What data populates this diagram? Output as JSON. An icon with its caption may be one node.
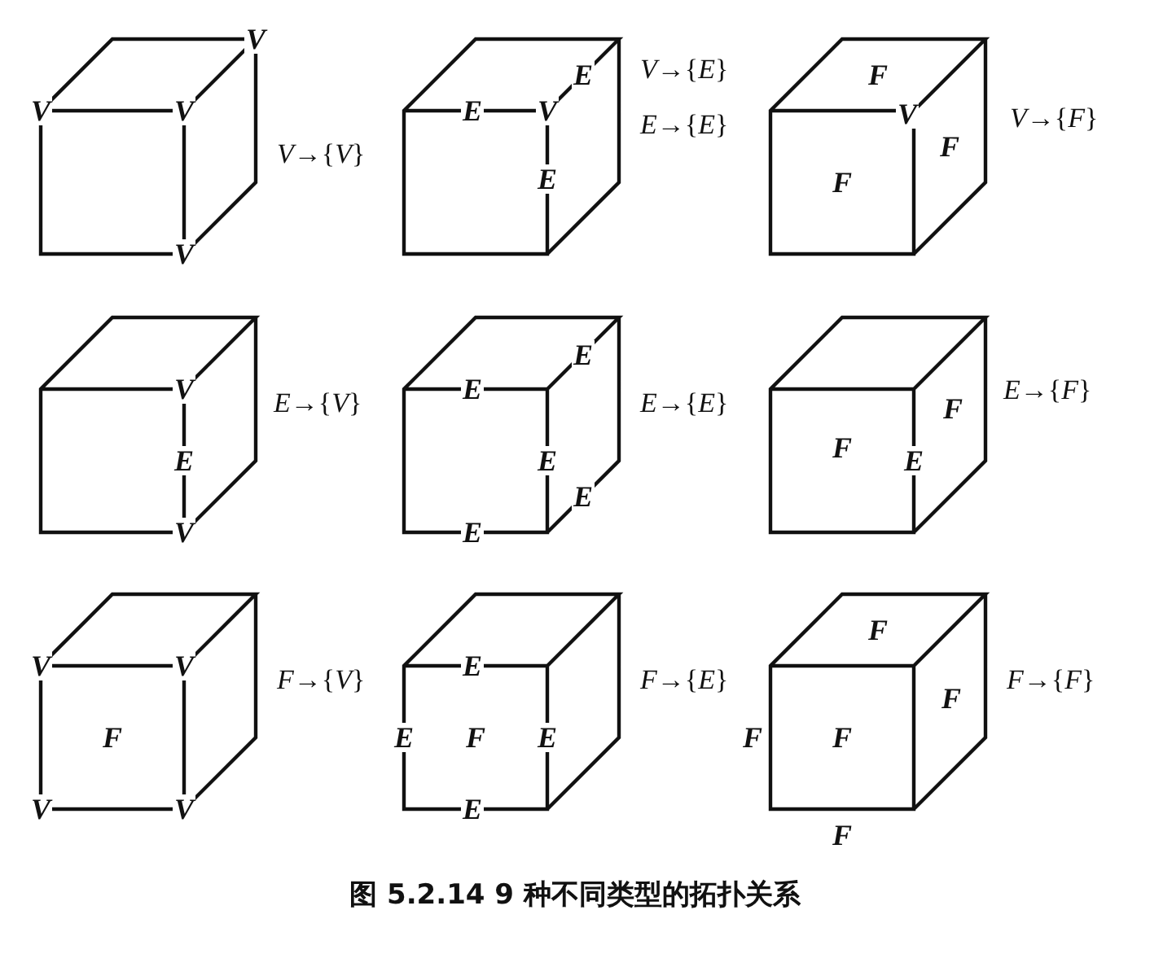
{
  "diagram": {
    "caption": "图 5.2.14 9 种不同类型的拓扑关系",
    "nodes": [
      {
        "text": [
          "V",
          "V",
          "V",
          "V"
        ],
        "beside": [
          "*V*→{*V*}"
        ]
      },
      {
        "text": [
          "E",
          "V",
          "E",
          "E"
        ],
        "beside": [
          "*V*→{*E*}",
          "*E*→{*E*}"
        ]
      },
      {
        "text": [
          "F",
          "V",
          "F",
          "F"
        ],
        "beside": [
          "*V*→{*F*}"
        ]
      },
      {
        "text": [
          "V",
          "E",
          "V"
        ],
        "beside": [
          "*E*→{*V*}"
        ]
      },
      {
        "text": [
          "E",
          "E",
          "E",
          "E",
          "E"
        ],
        "beside": [
          "*E*→{*E*}"
        ]
      },
      {
        "text": [
          "F",
          "F",
          "E"
        ],
        "beside": [
          "*E*→{*F*}"
        ]
      },
      {
        "text": [
          "V",
          "V",
          "F",
          "V",
          "V"
        ],
        "beside": [
          "*F*→{*V*}"
        ]
      },
      {
        "text": [
          "E",
          "E",
          "F",
          "E",
          "E"
        ],
        "beside": [
          "*F*→{*E*}"
        ]
      },
      {
        "text": [
          "F",
          "F",
          "F",
          "F",
          "F"
        ],
        "beside": [
          "*F*→{*F*}"
        ]
      }
    ]
  }
}
